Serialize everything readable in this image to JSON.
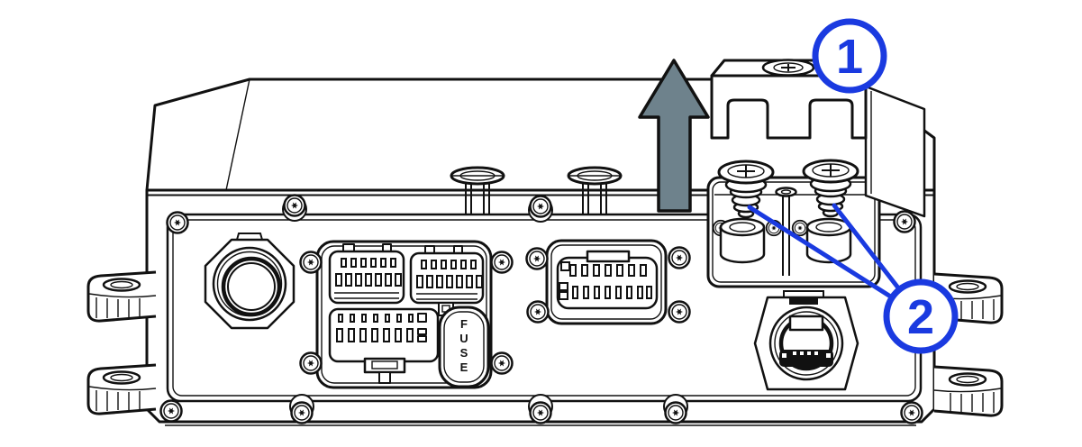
{
  "diagram": {
    "kind": "technical-illustration",
    "subject": "electronic control unit with removable mounting bracket",
    "background_color": "#ffffff",
    "line_color": "#111111",
    "arrow_fill": "#6e828c",
    "callout_blue": "#1a3ae0"
  },
  "callouts": [
    {
      "number": "1"
    },
    {
      "number": "2"
    }
  ],
  "labels": {
    "fuse_letters": [
      "F",
      "U",
      "S",
      "E"
    ]
  }
}
